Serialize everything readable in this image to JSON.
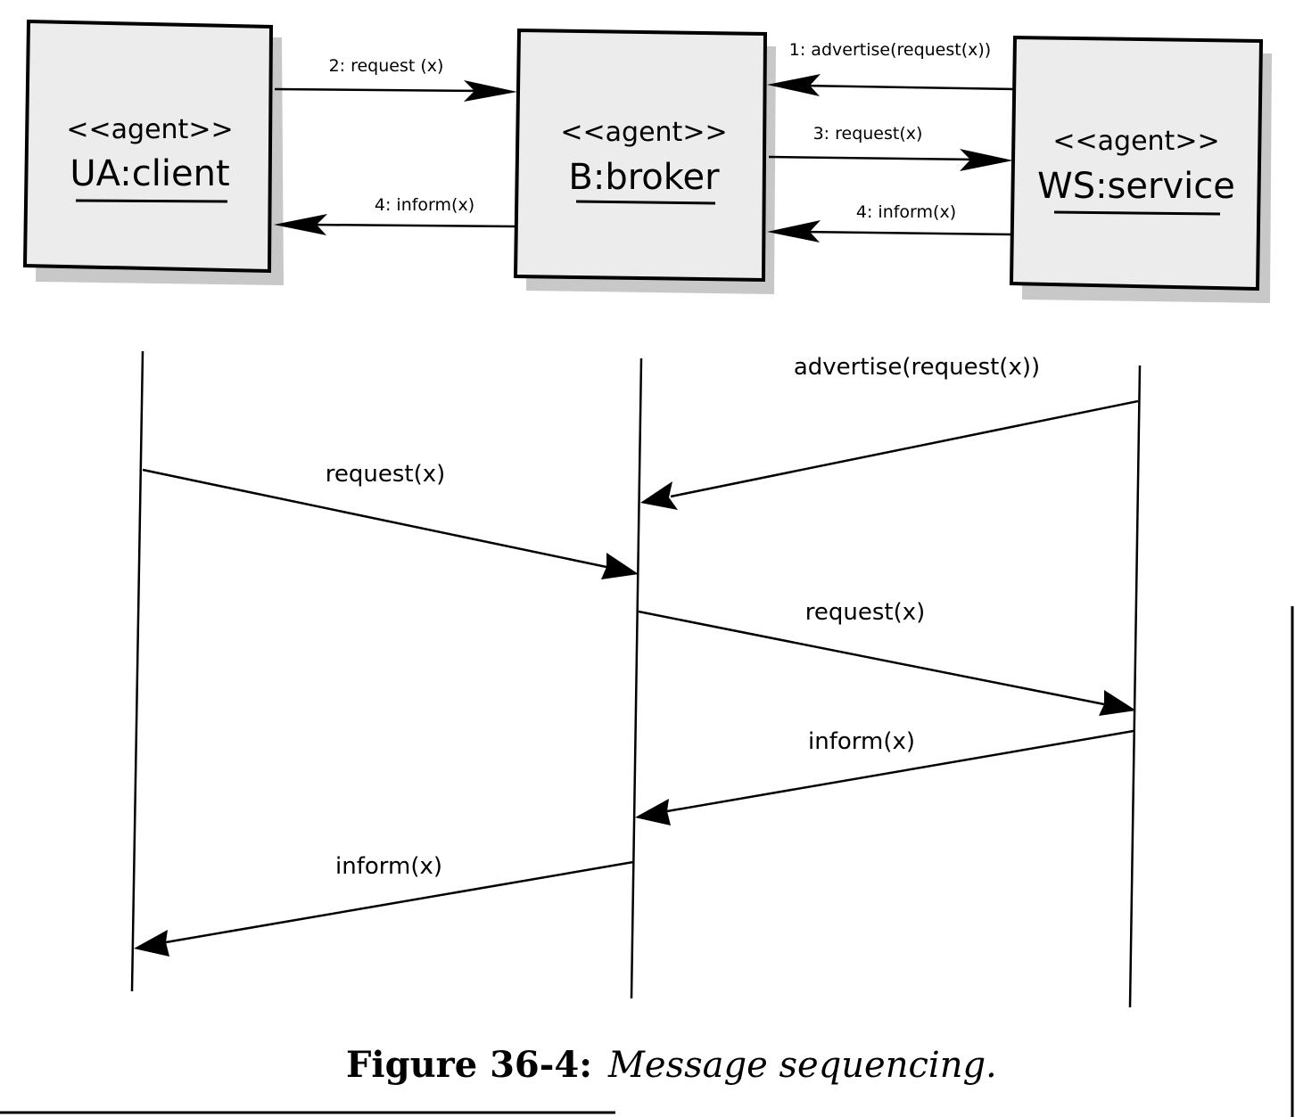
{
  "agents": [
    {
      "stereotype": "<<agent>>",
      "name": "UA:client"
    },
    {
      "stereotype": "<<agent>>",
      "name": "B:broker"
    },
    {
      "stereotype": "<<agent>>",
      "name": "WS:service"
    }
  ],
  "collaboration_messages": [
    {
      "label": "2: request (x)",
      "from": "UA:client",
      "to": "B:broker"
    },
    {
      "label": "4: inform(x)",
      "from": "B:broker",
      "to": "UA:client"
    },
    {
      "label": "1: advertise(request(x))",
      "from": "WS:service",
      "to": "B:broker"
    },
    {
      "label": "3: request(x)",
      "from": "B:broker",
      "to": "WS:service"
    },
    {
      "label": "4: inform(x)",
      "from": "WS:service",
      "to": "B:broker"
    }
  ],
  "sequence_messages": [
    {
      "label": "advertise(request(x))",
      "from": "WS:service",
      "to": "B:broker"
    },
    {
      "label": "request(x)",
      "from": "UA:client",
      "to": "B:broker"
    },
    {
      "label": "request(x)",
      "from": "B:broker",
      "to": "WS:service"
    },
    {
      "label": "inform(x)",
      "from": "WS:service",
      "to": "B:broker"
    },
    {
      "label": "inform(x)",
      "from": "B:broker",
      "to": "UA:client"
    }
  ],
  "caption": {
    "label": "Figure 36-4:",
    "text": "Message sequencing."
  }
}
